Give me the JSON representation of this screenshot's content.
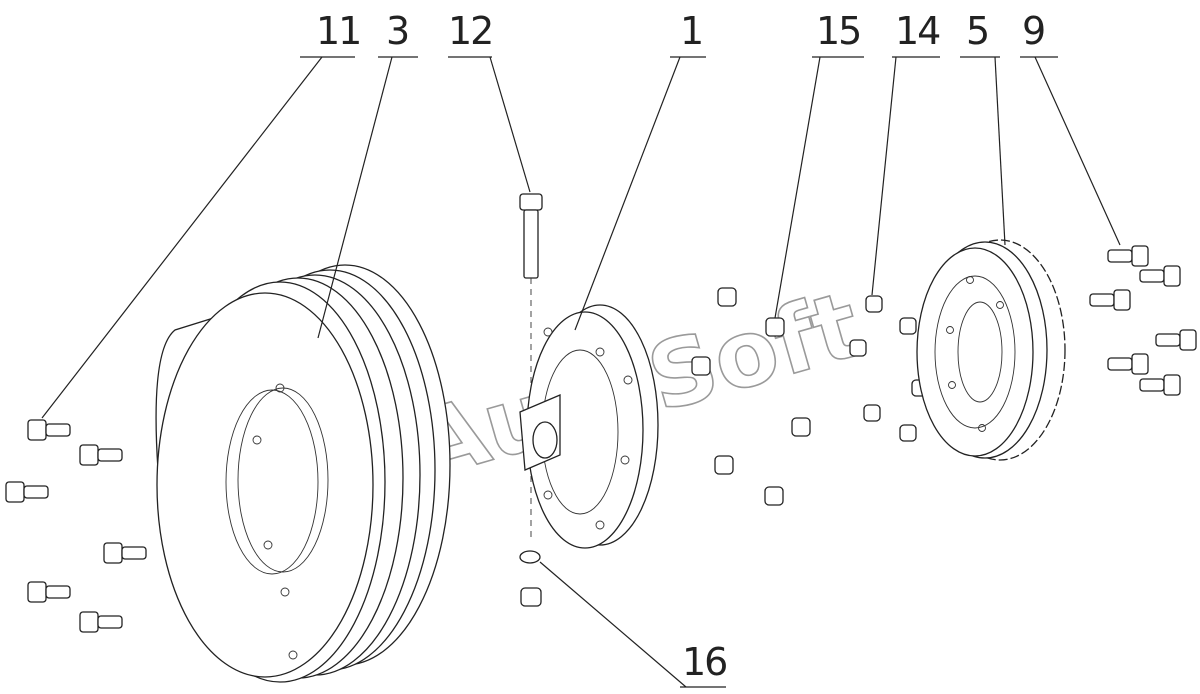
{
  "drawing": {
    "callouts": {
      "c11": "11",
      "c3": "3",
      "c12": "12",
      "c1": "1",
      "c15": "15",
      "c14": "14",
      "c5": "5",
      "c9": "9",
      "c16": "16"
    },
    "watermark": "AutoSoft"
  }
}
